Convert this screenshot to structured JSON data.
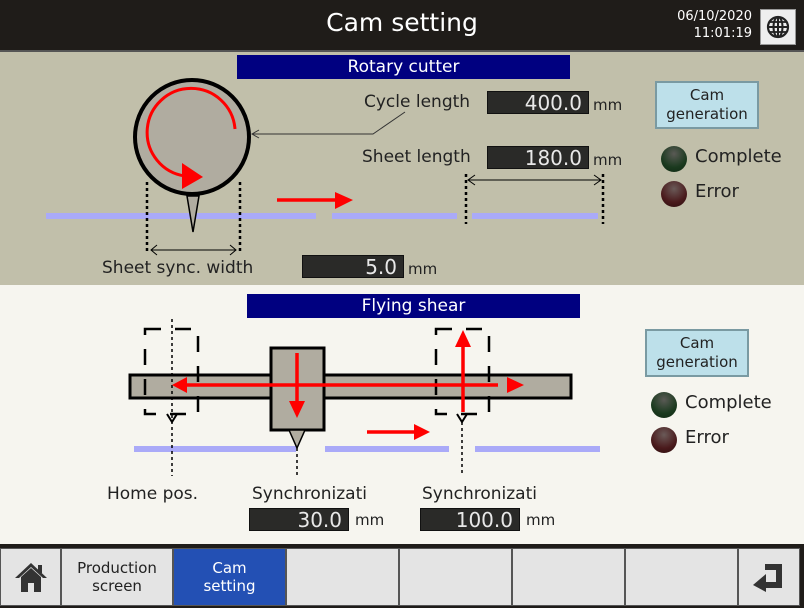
{
  "header": {
    "title": "Cam setting",
    "date": "06/10/2020",
    "time": "11:01:19",
    "language_icon": "globe-icon"
  },
  "rotary_cutter": {
    "title": "Rotary cutter",
    "cycle_length": {
      "label": "Cycle length",
      "value": "400.0",
      "unit": "mm"
    },
    "sheet_length": {
      "label": "Sheet length",
      "value": "180.0",
      "unit": "mm"
    },
    "sheet_sync_width": {
      "label": "Sheet sync. width",
      "value": "5.0",
      "unit": "mm"
    },
    "cam_generation_label": "Cam generation",
    "status": {
      "complete": "Complete",
      "error": "Error"
    }
  },
  "flying_shear": {
    "title": "Flying shear",
    "home_pos_label": "Home pos.",
    "sync_start": {
      "label": "Synchronizati",
      "value": "30.0",
      "unit": "mm"
    },
    "sync_end": {
      "label": "Synchronizati",
      "value": "100.0",
      "unit": "mm"
    },
    "cam_generation_label": "Cam generation",
    "status": {
      "complete": "Complete",
      "error": "Error"
    }
  },
  "footer": {
    "home_icon": "home-icon",
    "production_screen": "Production screen",
    "cam_setting": "Cam setting",
    "return_icon": "return-icon"
  },
  "colors": {
    "header_bg": "#1f1c19",
    "section_title_bg": "#000080",
    "top_panel_bg": "#c1bfaa",
    "active_tab": "#2350b4",
    "arrow_red": "#ff0000",
    "sheet_blue": "#aaaaf8"
  }
}
